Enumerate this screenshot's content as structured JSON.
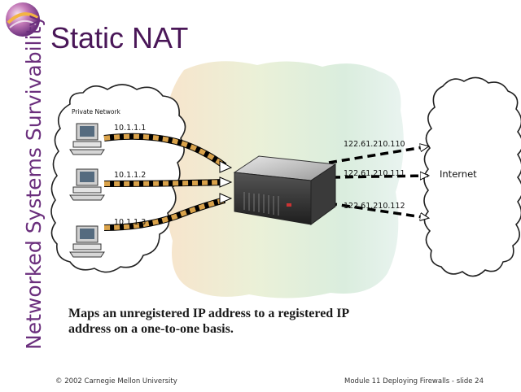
{
  "brand": {
    "vertical_title": "Networked Systems Survivability"
  },
  "slide": {
    "title": "Static NAT"
  },
  "diagram": {
    "private_network_label": "Private Network",
    "internet_label": "Internet",
    "hosts": [
      {
        "private_ip": "10.1.1.1",
        "public_ip": "122.61.210.110"
      },
      {
        "private_ip": "10.1.1.2",
        "public_ip": "122.61.210.111"
      },
      {
        "private_ip": "10.1.1.3",
        "public_ip": "122.61.210.112"
      }
    ]
  },
  "caption": "Maps an unregistered IP address to a registered IP address on a one-to-one basis.",
  "footer": {
    "copyright": "© 2002 Carnegie Mellon University",
    "module": "Module 11 Deploying Firewalls - slide 24"
  },
  "colors": {
    "brand_purple": "#6b2f7d",
    "title_purple": "#4a1758",
    "cable_orange": "#d9a24a"
  }
}
